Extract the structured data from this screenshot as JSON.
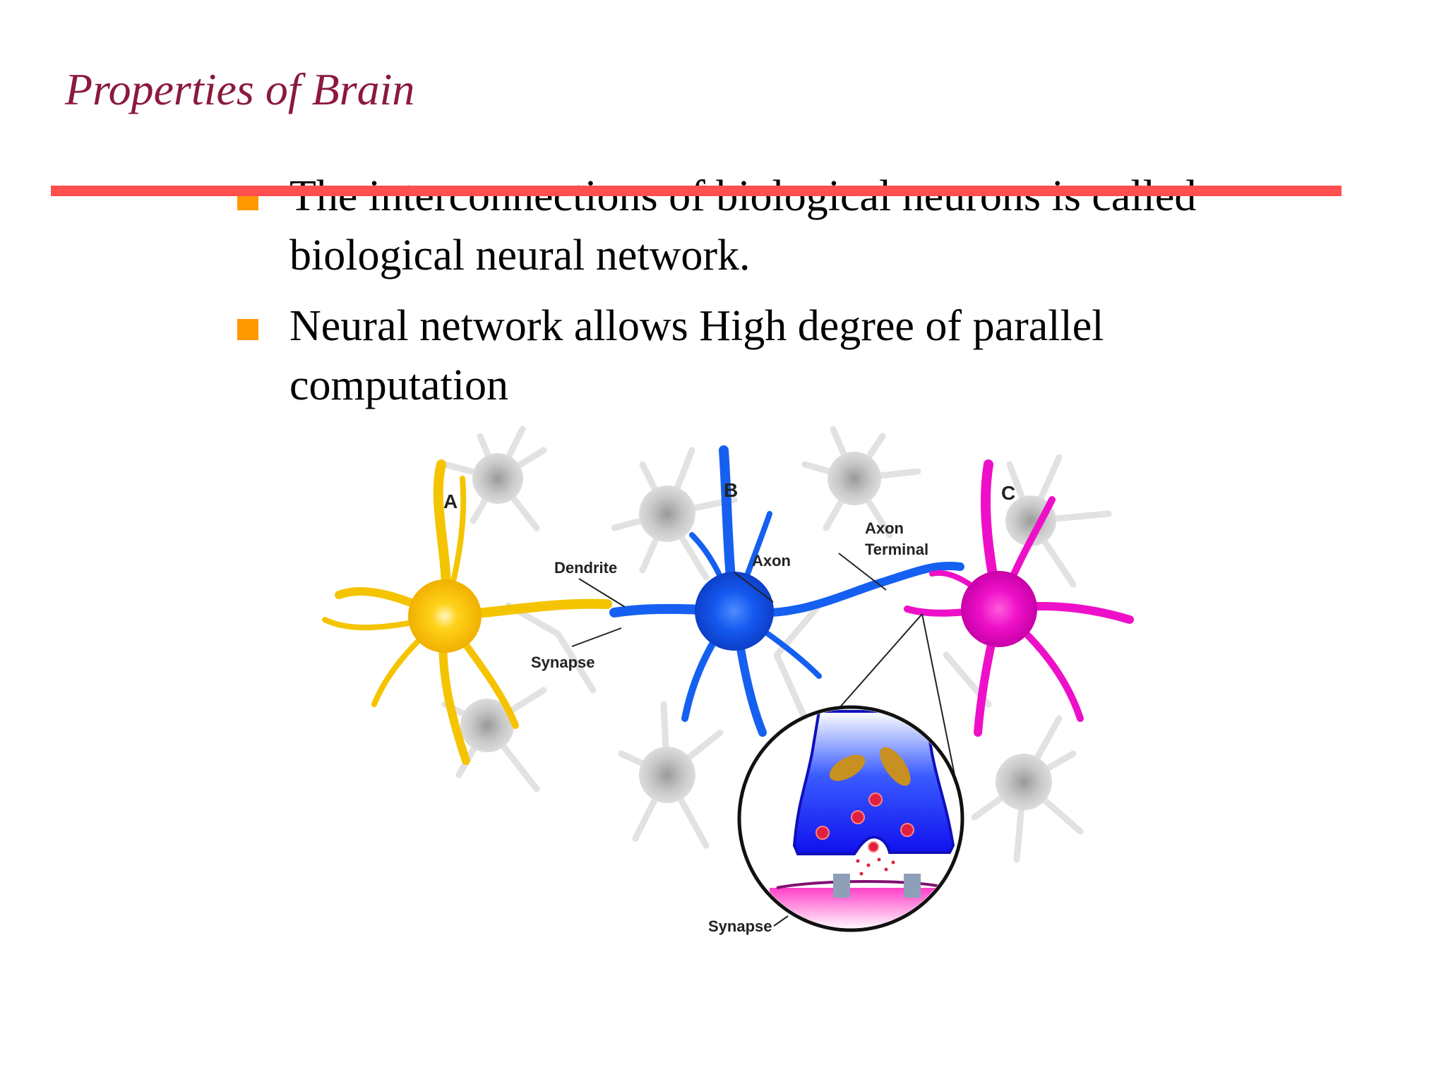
{
  "slide": {
    "title": "Properties of Brain",
    "bullets": [
      {
        "lines": [
          "The interconnections of biological neurons is called",
          "biological neural network."
        ]
      },
      {
        "lines": [
          "Neural network allows High degree of parallel",
          "computation"
        ]
      }
    ]
  },
  "diagram": {
    "neurons": [
      {
        "label": "A",
        "color": "#f5c400"
      },
      {
        "label": "B",
        "color": "#1560f0"
      },
      {
        "label": "C",
        "color": "#ee10c8"
      }
    ],
    "labels": {
      "dendrite": "Dendrite",
      "axon": "Axon",
      "axon_terminal_1": "Axon",
      "axon_terminal_2": "Terminal",
      "synapse": "Synapse",
      "synapse_zoom": "Synapse"
    }
  },
  "colors": {
    "title": "#8b1a3c",
    "accent_bar": "#ff4f4f",
    "bullet": "#ff9900"
  }
}
